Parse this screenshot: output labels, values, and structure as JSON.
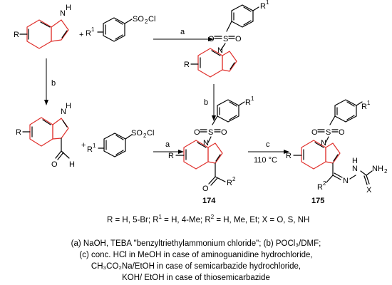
{
  "reagents": {
    "sulfonyl_chloride": "SO",
    "sulfonyl_sub2": "2",
    "sulfonyl_cl": "Cl",
    "r": "R",
    "r1": "R",
    "r1_sup": "1",
    "r2": "R",
    "r2_sup": "2",
    "nh": "H",
    "n": "N",
    "s": "S",
    "o": "O",
    "h": "H",
    "nh2": "NH",
    "nh2_sub": "2",
    "x": "X",
    "plus": "+"
  },
  "arrows": {
    "a_top": "a",
    "b_left": "b",
    "b_mid": "b",
    "a_bottom": "a",
    "c_label": "c",
    "c_temp": "110 °C"
  },
  "compounds": {
    "c174": "174",
    "c175": "175"
  },
  "definitions": "R = H, 5-Br; R",
  "definitions_parts": {
    "p1": "R = H, 5-Br; R",
    "p1_sup": "1",
    "p2": " = H, 4-Me; R",
    "p2_sup": "2",
    "p3": " = H, Me, Et; X = O, S, NH"
  },
  "footnotes": [
    "(a) NaOH, TEBA \"benzyltriethylammonium chloride\"; (b) POCl₃/DMF;",
    "(c) conc. HCl in MeOH in case of aminoguanidine hydrochloride,",
    "CH₃CO₂Na/EtOH in case of semicarbazide hydrochloride,",
    "KOH/ EtOH in case of thiosemicarbazide"
  ]
}
